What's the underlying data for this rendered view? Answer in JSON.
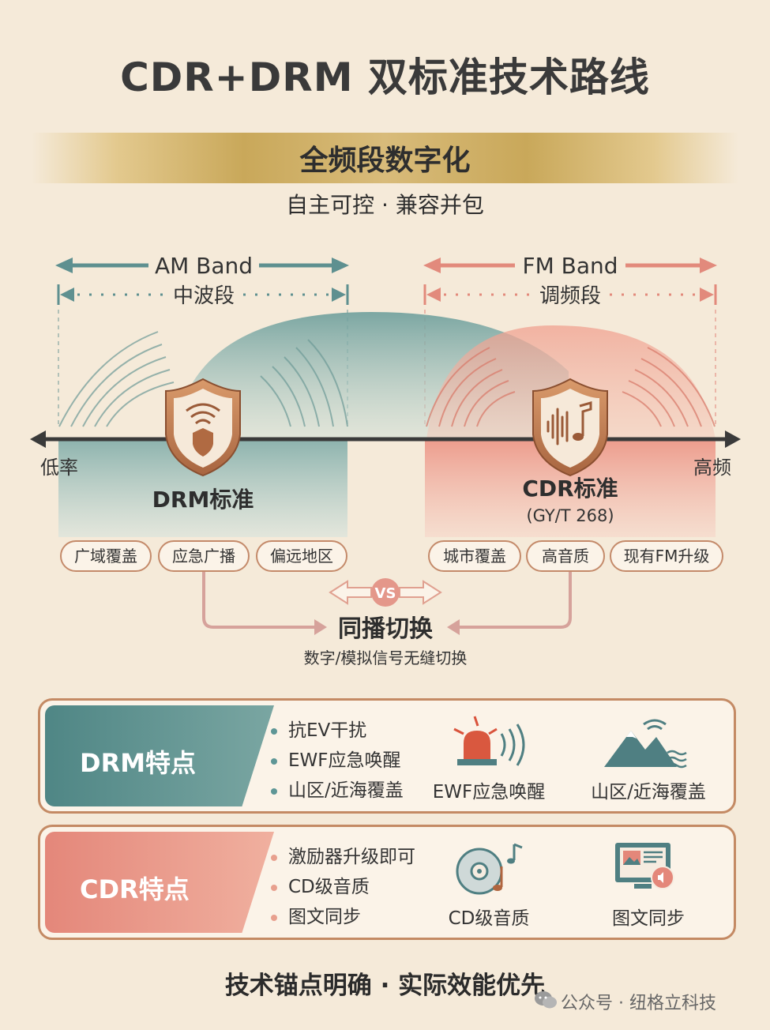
{
  "title": "CDR+DRM 双标准技术路线",
  "banner": "全频段数字化",
  "subtitle": "自主可控 · 兼容并包",
  "am": {
    "band_en": "AM Band",
    "band_cn": "中波段"
  },
  "fm": {
    "band_en": "FM Band",
    "band_cn": "调频段"
  },
  "axis": {
    "low": "低率",
    "high": "高频"
  },
  "drm": {
    "label": "DRM标准",
    "tags": [
      "广域覆盖",
      "应急广播",
      "偏远地区"
    ]
  },
  "cdr": {
    "label": "CDR标准",
    "code": "(GY/T 268)",
    "tags": [
      "城市覆盖",
      "高音质",
      "现有FM升级"
    ]
  },
  "vs": "VS",
  "simulcast": {
    "title": "同播切换",
    "desc": "数字/模拟信号无缝切换"
  },
  "drm_features": {
    "title": "DRM特点",
    "items": [
      "抗EV干扰",
      "EWF应急唤醒",
      "山区/近海覆盖"
    ],
    "icon_labels": [
      "EWF应急唤醒",
      "山区/近海覆盖"
    ],
    "icons": [
      "alarm-siren-icon",
      "mountain-signal-icon"
    ]
  },
  "cdr_features": {
    "title": "CDR特点",
    "items": [
      "激励器升级即可",
      "CD级音质",
      "图文同步"
    ],
    "icon_labels": [
      "CD级音质",
      "图文同步"
    ],
    "icons": [
      "cd-music-icon",
      "monitor-image-icon"
    ]
  },
  "footer": "技术锚点明确 · 实际效能优先",
  "watermark": "公众号 · 纽格立科技",
  "colors": {
    "teal": "#5e9696",
    "salmon": "#e58a7a",
    "bronze": "#b87a52",
    "background": "#f5ead9",
    "gold": "#c9a85a"
  }
}
